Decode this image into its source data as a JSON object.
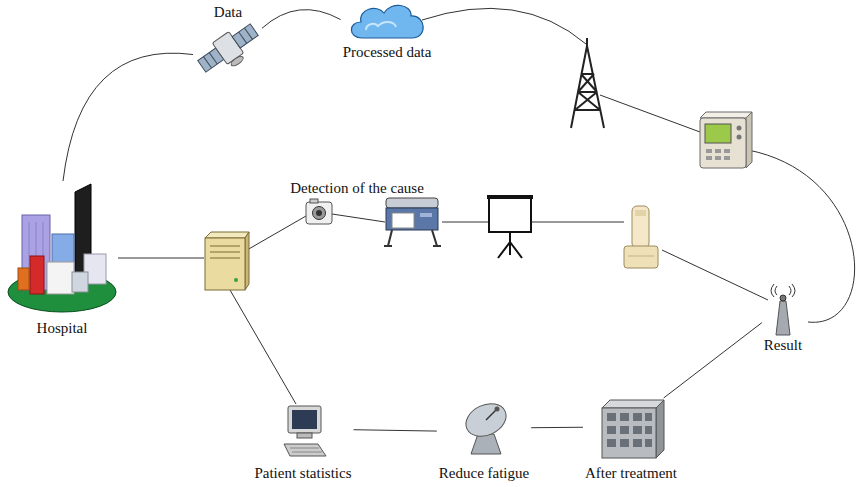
{
  "diagram": {
    "nodes": [
      {
        "text": [
          "Data"
        ]
      },
      {
        "text": [
          "Processed data"
        ]
      },
      {
        "text": [
          "Detection of the cause"
        ]
      },
      {
        "text": [
          "Hospital"
        ]
      },
      {
        "text": [
          "Result"
        ]
      },
      {
        "text": [
          "Patient statistics"
        ]
      },
      {
        "text": [
          "Reduce fatigue"
        ]
      },
      {
        "text": [
          "After treatment"
        ]
      }
    ],
    "edges": [
      {
        "from": 3,
        "to": 0,
        "arrow": "none"
      },
      {
        "from": 0,
        "to": 1,
        "arrow": "none"
      },
      {
        "from": 5,
        "to": 6,
        "arrow": "none"
      },
      {
        "from": 6,
        "to": 7,
        "arrow": "none"
      },
      {
        "from": 7,
        "to": 4,
        "arrow": "none"
      }
    ]
  }
}
